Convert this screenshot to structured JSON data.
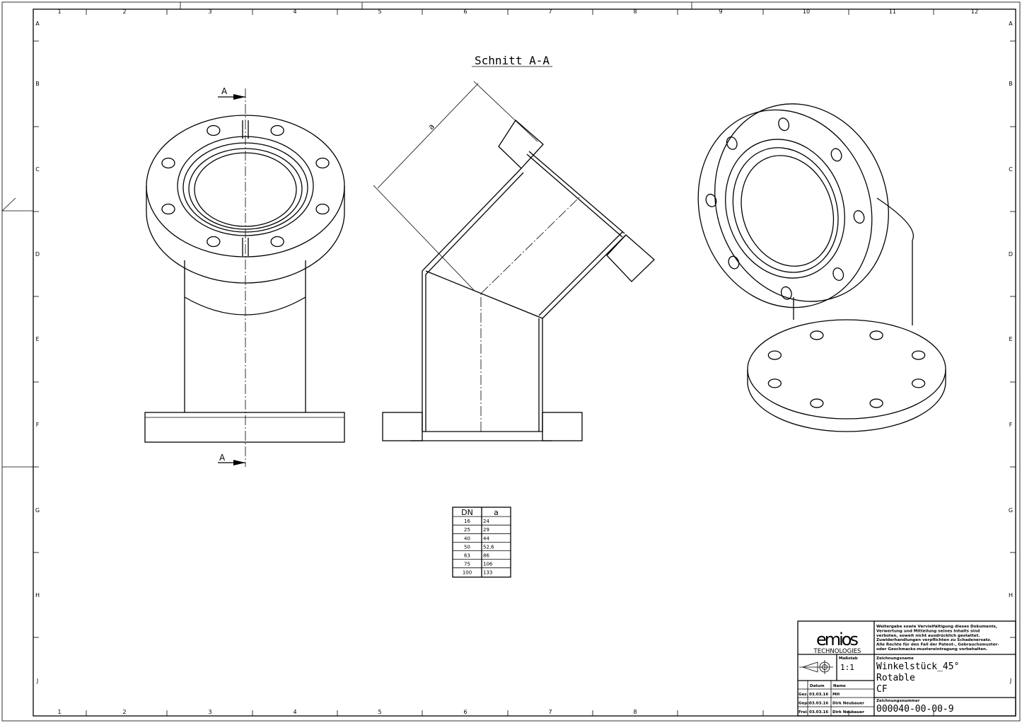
{
  "frame": {
    "columns_top": [
      "1",
      "2",
      "3",
      "4",
      "5",
      "6",
      "7",
      "8",
      "9",
      "10",
      "11",
      "12"
    ],
    "columns_bottom": [
      "1",
      "2",
      "3",
      "4",
      "5",
      "6",
      "7",
      "8"
    ],
    "rows": [
      "A",
      "B",
      "C",
      "D",
      "E",
      "F",
      "G",
      "H",
      "J"
    ]
  },
  "section_title": "Schnitt A-A",
  "cut_label_top": "A",
  "cut_label_bottom": "A",
  "dimension_label": "a",
  "table": {
    "headers": [
      "DN",
      "a"
    ],
    "rows": [
      [
        "16",
        "24"
      ],
      [
        "25",
        "29"
      ],
      [
        "40",
        "44"
      ],
      [
        "50",
        "52,6"
      ],
      [
        "63",
        "86"
      ],
      [
        "75",
        "106"
      ],
      [
        "100",
        "133"
      ]
    ]
  },
  "title_block": {
    "logo_text": "emios",
    "logo_sub": "TECHNOLOGIES",
    "notice": [
      "Weitergabe sowie Vervielfältigung dieses Dokuments,",
      "Verwertung und Mitteilung seines Inhalts sind",
      "verboten, soweit nicht ausdrücklich gestattet.",
      "Zuwiderhandlungen verpflichten zu Schadenersatz.",
      "Alle Rechte für den Fall der Patent-, Gebrauchsmuster-",
      "oder Geschmacks-mustereintragung vorbehalten."
    ],
    "scale_label": "Maßstab",
    "scale_value": "1:1",
    "drawing_name_label": "Zeichnungsname",
    "drawing_name": [
      "Winkelstück_45°",
      "Rotable",
      "CF"
    ],
    "date_header": "Datum",
    "name_header": "Name",
    "rows": [
      [
        "Gez.",
        "03.03.16",
        "MH"
      ],
      [
        "Gepr.",
        "03.03.16",
        "Dirk Neubauer"
      ],
      [
        "Frei.",
        "03.03.16",
        "Dirk Neubauer"
      ]
    ],
    "drawing_number_label": "Zeichnungsnummer",
    "drawing_number": "000040-00-00-9"
  }
}
